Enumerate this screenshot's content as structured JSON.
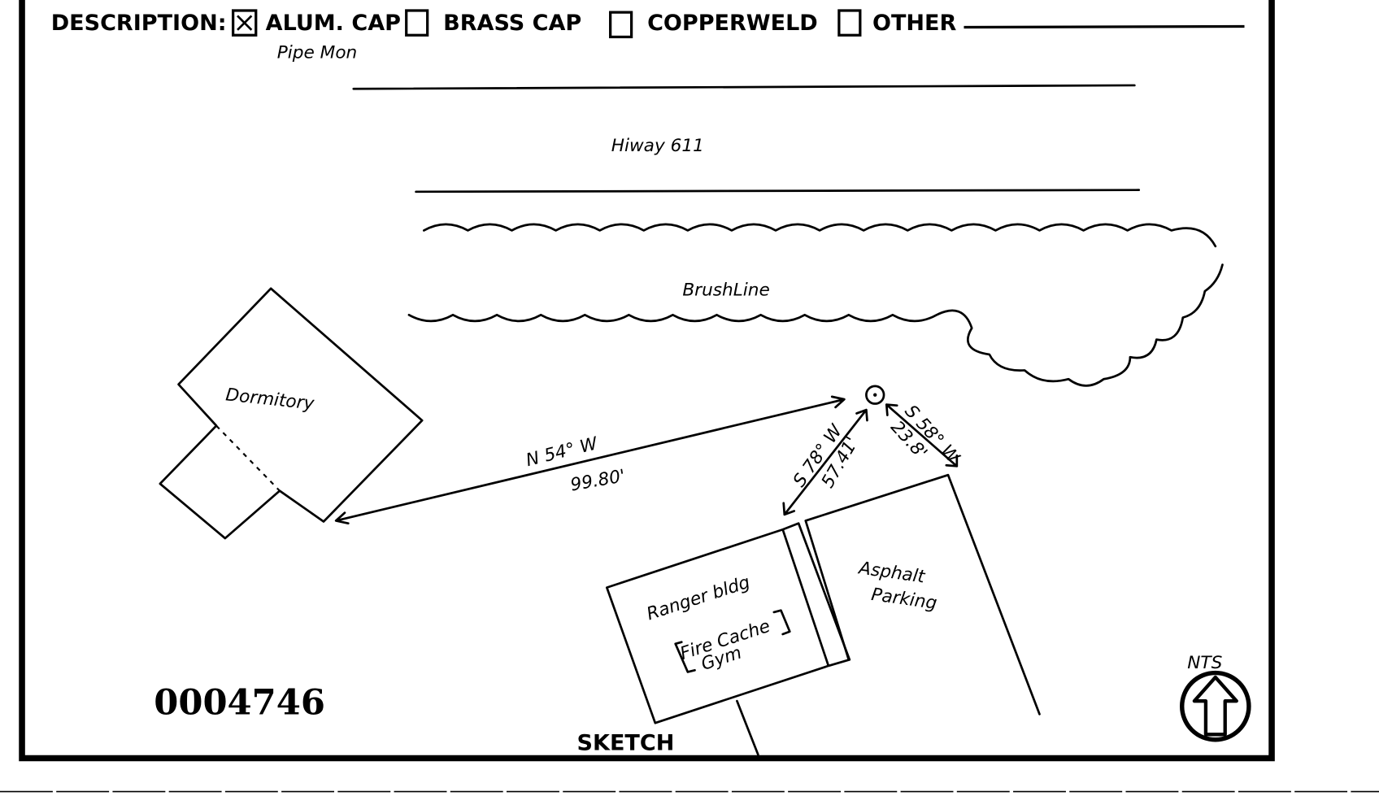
{
  "form": {
    "description_label": "DESCRIPTION:",
    "options": [
      {
        "label": "ALUM. CAP",
        "checked": true
      },
      {
        "label": "BRASS CAP",
        "checked": false
      },
      {
        "label": "COPPERWELD",
        "checked": false
      },
      {
        "label": "OTHER",
        "checked": false
      }
    ],
    "handwritten_note": "Pipe Mon",
    "sketch_label": "SKETCH",
    "document_number": "0004746"
  },
  "sketch": {
    "road_label": "Hiway 611",
    "brush_label": "BrushLine",
    "dormitory_label": "Dormitory",
    "ranger_label": "Ranger bldg",
    "ranger_sub_label_1": "Fire Cache",
    "ranger_sub_label_2": "Gym",
    "parking_label_1": "Asphalt",
    "parking_label_2": "Parking",
    "bearing_1": "N 54° W",
    "distance_1": "99.80'",
    "bearing_2": "S 78° W",
    "distance_2": "57.41'",
    "bearing_3": "S 58° W",
    "distance_3": "23.8'",
    "north_label": "NTS"
  }
}
